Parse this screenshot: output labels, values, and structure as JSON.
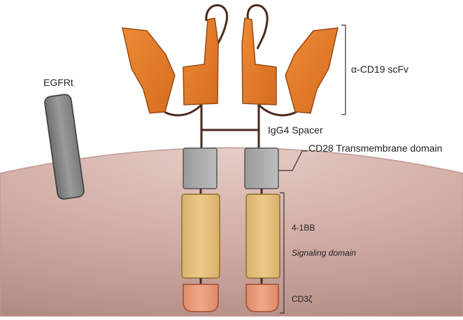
{
  "diagram": {
    "labels": {
      "egfrt": "EGFRt",
      "scfv": "α-CD19 scFv",
      "spacer": "IgG4 Spacer",
      "transmembrane": "CD28 Transmembrane domain",
      "costim": "4-1BB",
      "signaling": "Signaling domain",
      "cd3z": "CD3ζ"
    },
    "colors": {
      "membrane_fill": "#d8b7b0",
      "membrane_edge": "#c4a29b",
      "scfv_orange": "#e07a2a",
      "scfv_stroke": "#9a4a14",
      "linker_brown": "#4a2a1c",
      "tm_gray": "#a8a8a8",
      "egfrt_gray": "#8a8a8a",
      "costim_tan": "#e5c27e",
      "cd3z_salmon": "#e89a78"
    }
  }
}
